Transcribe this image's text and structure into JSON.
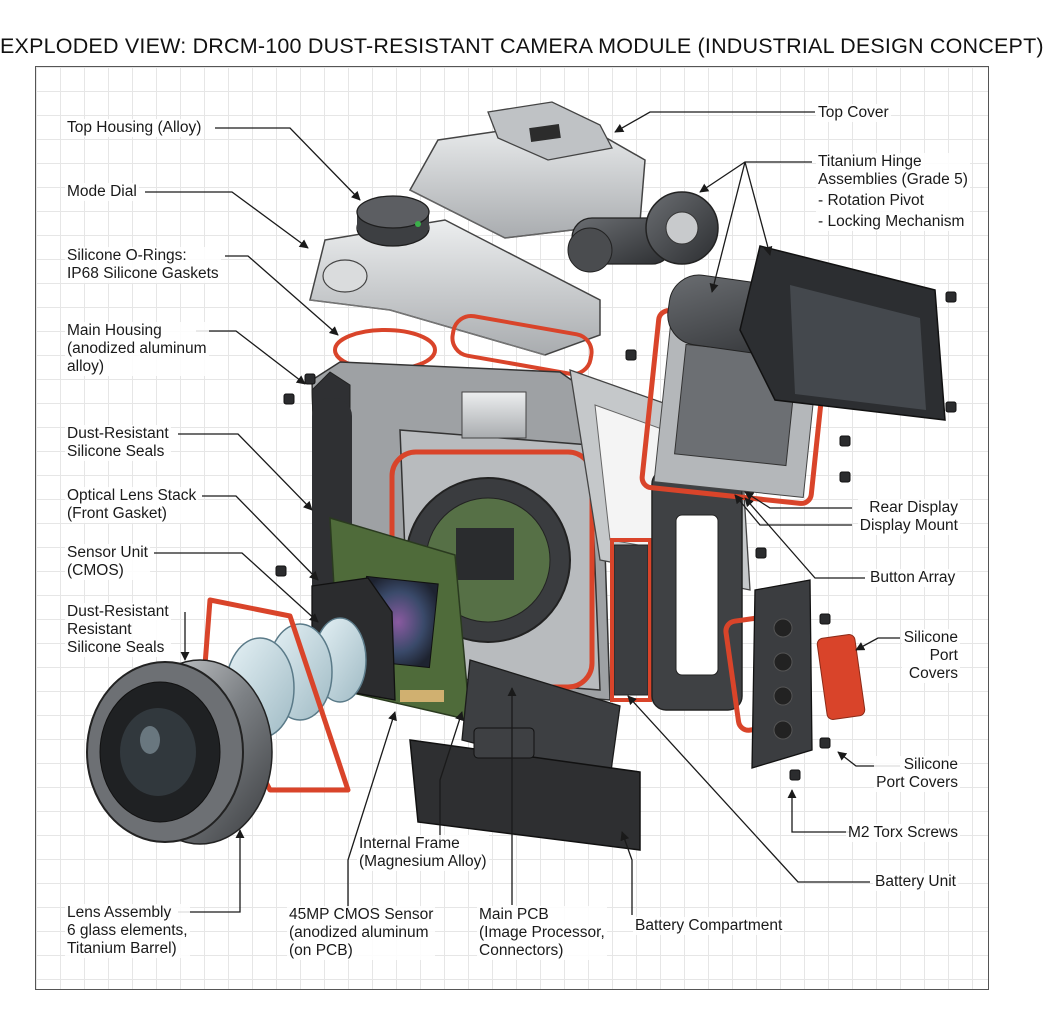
{
  "title": "EXPLODED VIEW: DRCM-100 DUST-RESISTANT CAMERA MODULE (INDUSTRIAL DESIGN CONCEPT)",
  "colors": {
    "gasket": "#d9442a",
    "metal_light": "#cfd1d3",
    "metal_dark": "#5a5d60",
    "pcb": "#4f6b3a",
    "grip": "#2f3033",
    "grid": "#e6e6e6"
  },
  "labels": {
    "top_housing": [
      "Top Housing (Alloy)"
    ],
    "mode_dial": [
      "Mode Dial"
    ],
    "o_rings": [
      "Silicone O-Rings:",
      "IP68 Silicone Gaskets"
    ],
    "main_housing": [
      "Main Housing",
      "(anodized aluminum",
      "alloy)"
    ],
    "dust_seals_1": [
      "Dust-Resistant",
      "Silicone Seals"
    ],
    "optical_stack": [
      "Optical Lens Stack",
      "(Front Gasket)"
    ],
    "sensor_unit": [
      "Sensor Unit",
      "(CMOS)"
    ],
    "dust_seals_2": [
      "Dust-Resistant",
      "Resistant",
      "Silicone Seals"
    ],
    "lens_assembly": [
      "Lens Assembly",
      "6 glass elements,",
      "Titanium Barrel)"
    ],
    "cmos_sensor": [
      "45MP CMOS Sensor",
      "(anodized aluminum",
      "(on PCB)"
    ],
    "internal_frame": [
      "Internal Frame",
      "(Magnesium Alloy)"
    ],
    "main_pcb": [
      "Main PCB",
      "(Image Processor,",
      "Connectors)"
    ],
    "battery_compartment": [
      "Battery Compartment"
    ],
    "top_cover": [
      "Top Cover"
    ],
    "hinge": [
      "Titanium Hinge",
      "Assemblies (Grade 5)",
      "- Rotation Pivot",
      "- Locking Mechanism"
    ],
    "rear_display": [
      "Rear Display",
      "Display Mount"
    ],
    "button_array": [
      "Button Array"
    ],
    "port_covers_1": [
      "Silicone",
      "Port",
      "Covers"
    ],
    "port_covers_2": [
      "Silicone",
      "Port Covers"
    ],
    "torx": [
      "M2 Torx Screws"
    ],
    "battery_unit": [
      "Battery Unit"
    ]
  }
}
